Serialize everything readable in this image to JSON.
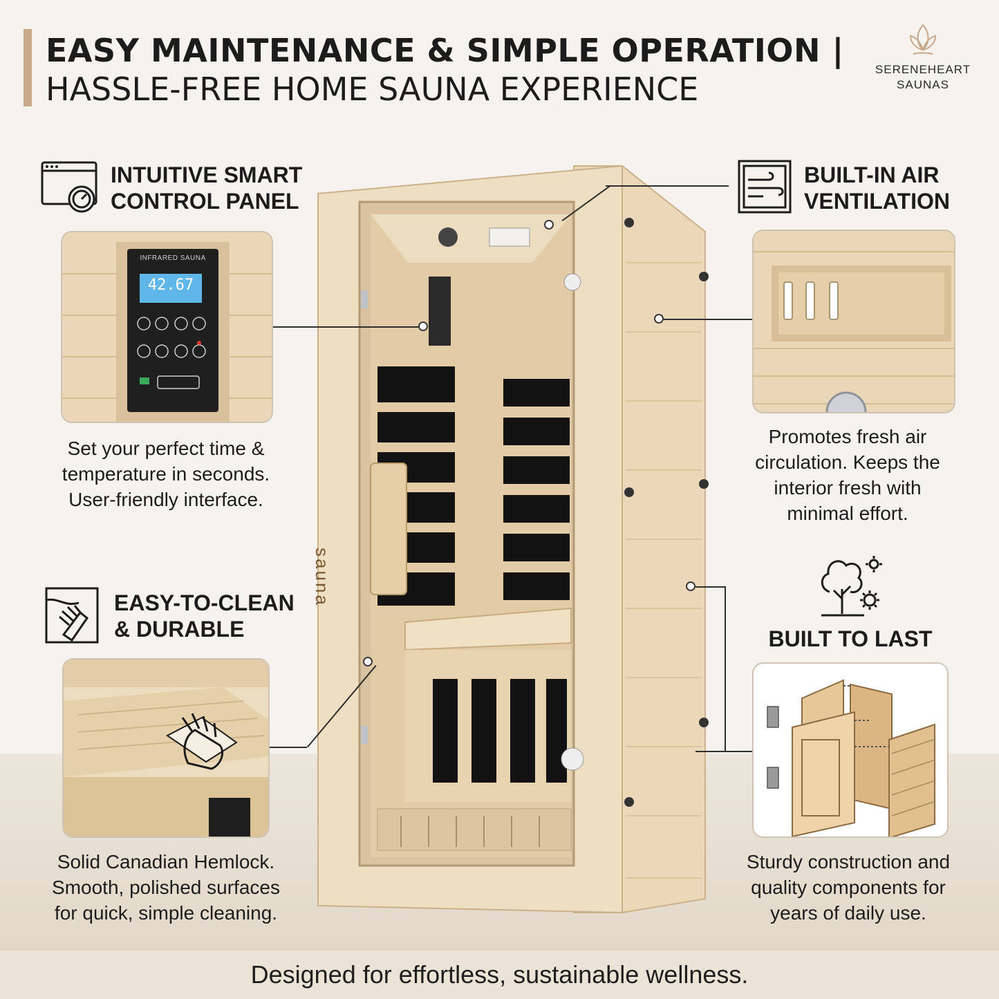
{
  "headline": {
    "line1": "EASY MAINTENANCE & SIMPLE OPERATION |",
    "line2": "HASSLE-FREE HOME SAUNA EXPERIENCE"
  },
  "brand": {
    "line1": "SERENEHEART",
    "line2": "SAUNAS",
    "logo_icon": "lotus-icon"
  },
  "features": {
    "control_panel": {
      "title_line1": "INTUITIVE SMART",
      "title_line2": "CONTROL PANEL",
      "icon": "control-panel-icon",
      "desc_line1": "Set your perfect time &",
      "desc_line2": "temperature in seconds.",
      "desc_line3": "User-friendly interface.",
      "panel_label": "INFRARED SAUNA",
      "panel_display": "42.67"
    },
    "ventilation": {
      "title_line1": "BUILT-IN AIR",
      "title_line2": "VENTILATION",
      "icon": "air-vent-icon",
      "desc_line1": "Promotes fresh air",
      "desc_line2": "circulation. Keeps the",
      "desc_line3": "interior fresh with",
      "desc_line4": "minimal effort."
    },
    "easy_clean": {
      "title_line1": "EASY-TO-CLEAN",
      "title_line2": "& DURABLE",
      "icon": "wipe-hand-icon",
      "desc_line1": "Solid Canadian Hemlock.",
      "desc_line2": "Smooth, polished surfaces",
      "desc_line3": "for quick, simple cleaning."
    },
    "built_to_last": {
      "title": "BUILT TO LAST",
      "icon": "tree-gear-icon",
      "desc_line1": "Sturdy construction and",
      "desc_line2": "quality components for",
      "desc_line3": "years of daily use."
    }
  },
  "sauna": {
    "backrest_label": "sauna"
  },
  "footer": {
    "tagline": "Designed for effortless, sustainable wellness."
  },
  "colors": {
    "background": "#f6f3ee",
    "accent": "#c8a98a",
    "wood": "#e8d4b2",
    "text": "#1c1c1c",
    "footer_band": "#ece3d7"
  }
}
